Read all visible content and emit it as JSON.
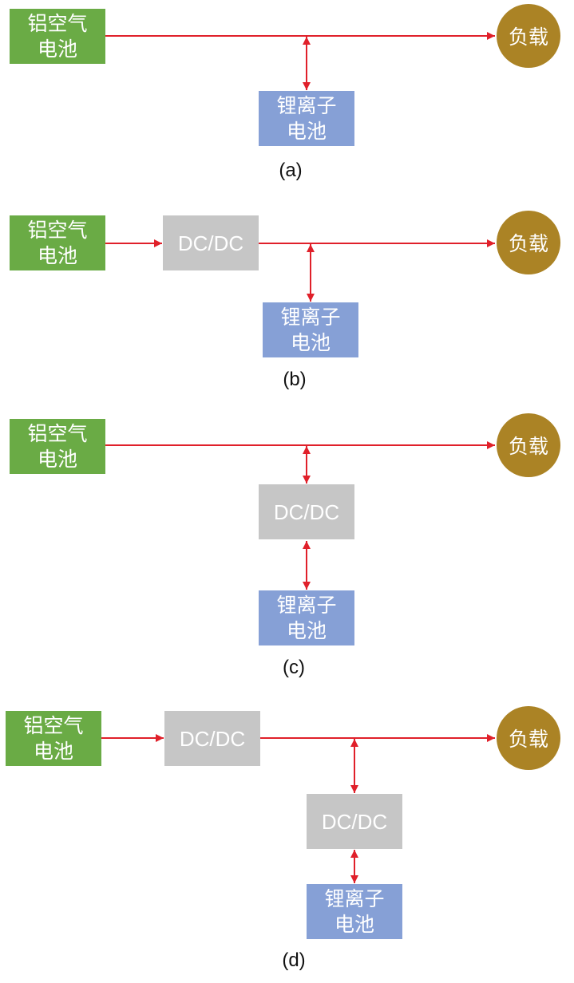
{
  "labels": {
    "al_air_1": "铝空气",
    "al_air_2": "电池",
    "li_ion_1": "锂离子",
    "li_ion_2": "电池",
    "dcdc": "DC/DC",
    "load": "负载"
  },
  "captions": [
    "(a)",
    "(b)",
    "(c)",
    "(d)"
  ],
  "colors": {
    "al_air": "#6aab45",
    "li_ion": "#86a0d6",
    "dcdc": "#c6c6c6",
    "load": "#ab8325",
    "arrow": "#e0202a"
  }
}
